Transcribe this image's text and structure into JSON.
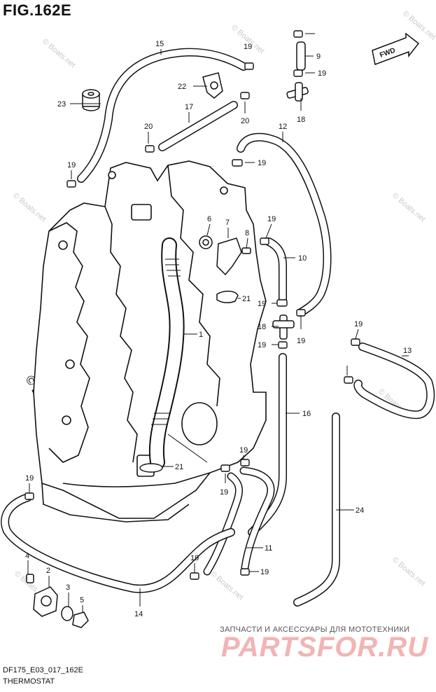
{
  "figure": {
    "title": "FIG.162E",
    "model_code": "DF175_E03_017_162E",
    "section_name": "THERMOSTAT",
    "fwd_label": "FWD",
    "watermark": "© Boats.net"
  },
  "footer": {
    "promo_text": "ЗАПЧАСТИ И АКСЕССУАРЫ ДЛЯ МОТОТЕХНИКИ",
    "brand_logo_text": "PARTSFOR.RU"
  },
  "callouts": [
    "15",
    "19",
    "9",
    "19",
    "23",
    "22",
    "17",
    "20",
    "20",
    "12",
    "18",
    "19",
    "19",
    "6",
    "7",
    "8",
    "19",
    "10",
    "21",
    "1",
    "19",
    "18",
    "19",
    "19",
    "13",
    "19",
    "16",
    "24",
    "19",
    "19",
    "21",
    "19",
    "11",
    "4",
    "19",
    "19",
    "2",
    "3",
    "5",
    "14"
  ]
}
